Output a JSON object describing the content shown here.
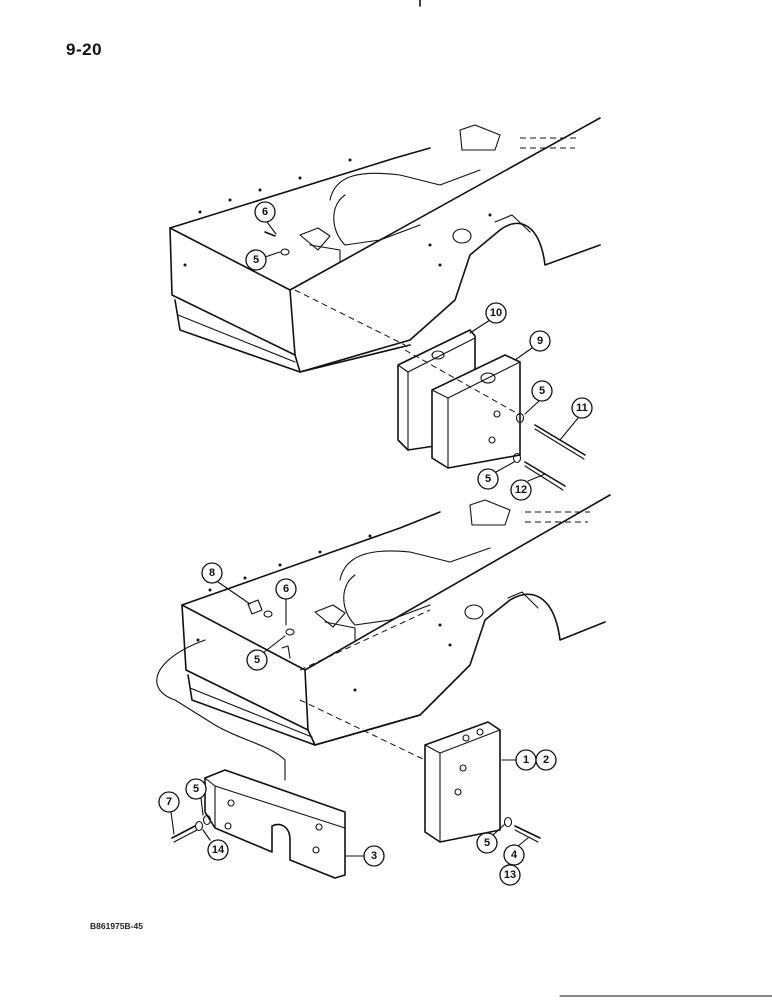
{
  "page_number": "9-20",
  "drawing_code": "B861975B-45",
  "callouts": {
    "top": {
      "c6": "6",
      "c5": "5",
      "c10": "10",
      "c9": "9",
      "c5b": "5",
      "c11": "11",
      "c5c": "5",
      "c12": "12"
    },
    "bottom": {
      "c8": "8",
      "c6": "6",
      "c5": "5",
      "c1": "1",
      "c2": "2",
      "c5d": "5",
      "c7": "7",
      "c14": "14",
      "c3": "3",
      "c5e": "5",
      "c4": "4",
      "c13": "13"
    }
  }
}
